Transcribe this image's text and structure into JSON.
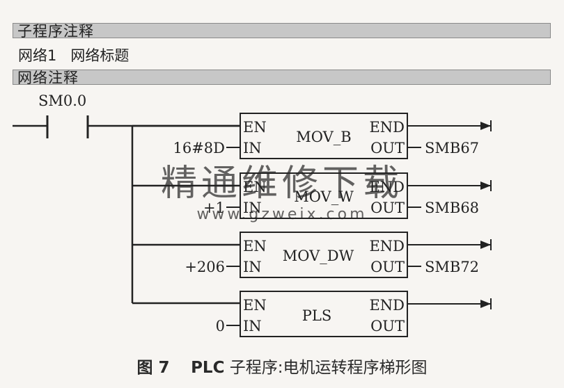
{
  "header": {
    "subroutine_comment": "子程序注释",
    "network_label": "网络1",
    "network_title": "网络标题",
    "network_comment": "网络注释"
  },
  "rung": {
    "contact_label": "SM0.0",
    "blocks": [
      {
        "name": "MOV_B",
        "en": "EN",
        "end": "END",
        "in_pin": "IN",
        "out_pin": "OUT",
        "in_value": "16#8D",
        "out_value": "SMB67"
      },
      {
        "name": "MOV_W",
        "en": "EN",
        "end": "END",
        "in_pin": "IN",
        "out_pin": "OUT",
        "in_value": "+1",
        "out_value": "SMB68"
      },
      {
        "name": "MOV_DW",
        "en": "EN",
        "end": "END",
        "in_pin": "IN",
        "out_pin": "OUT",
        "in_value": "+206",
        "out_value": "SMB72"
      },
      {
        "name": "PLS",
        "en": "EN",
        "end": "END",
        "in_pin": "IN",
        "out_pin": "OUT",
        "in_value": "0",
        "out_value": ""
      }
    ]
  },
  "watermark": {
    "text": "精通维修下载",
    "url": "www.gzweix.com",
    "color": "#f2a07a"
  },
  "caption": {
    "figure_number": "图 7",
    "bold_part": "PLC",
    "text": "子程序:电机运转程序梯形图"
  }
}
